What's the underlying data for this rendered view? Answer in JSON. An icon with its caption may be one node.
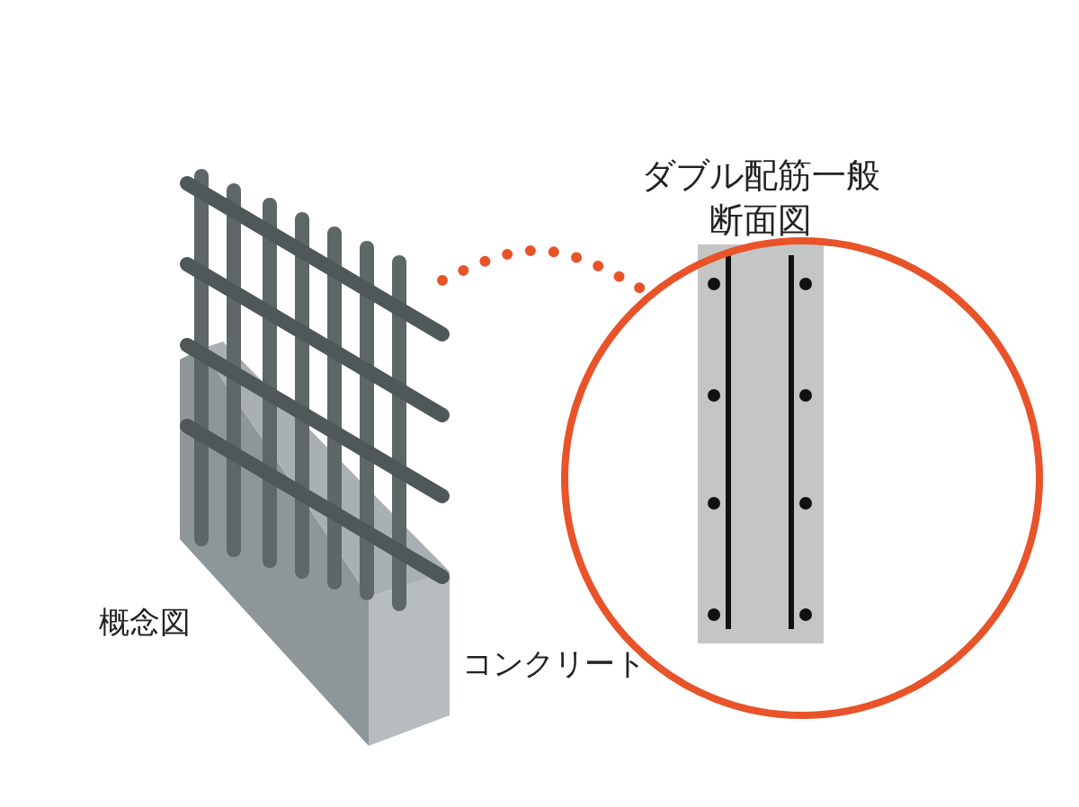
{
  "diagram": {
    "nodes": [
      {
        "text": [],
        "shape": "picture"
      },
      {
        "text": [
          "ダブル配筋一般断面図"
        ]
      }
    ],
    "edges": [
      {
        "from": 0,
        "to": 1,
        "arrow": "none",
        "style": "dashed",
        "color": "#e8532a"
      }
    ],
    "labels": [
      "概念図",
      "コンクリート"
    ]
  }
}
